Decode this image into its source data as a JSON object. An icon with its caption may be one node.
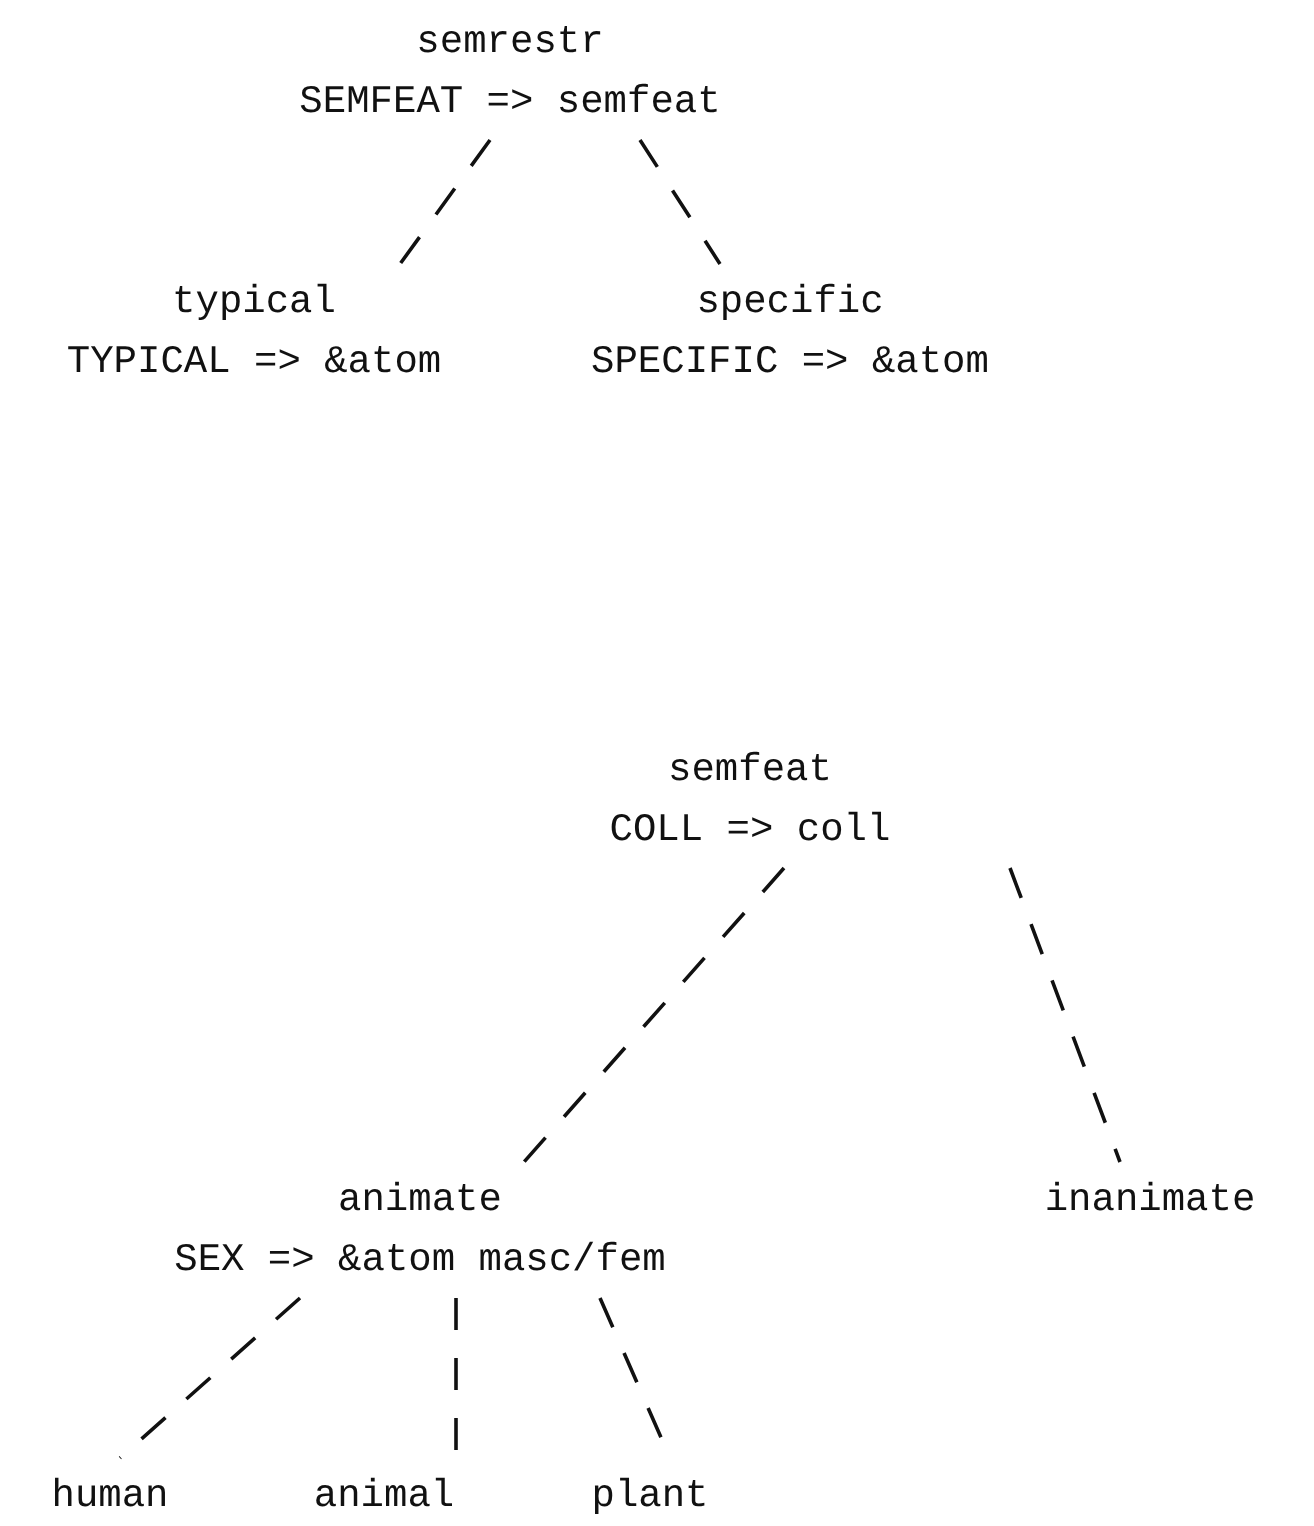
{
  "diagram": {
    "nodes": [
      {
        "text": [
          "semrestr",
          "SEMFEAT => semfeat"
        ]
      },
      {
        "text": [
          "typical",
          "TYPICAL => &atom"
        ]
      },
      {
        "text": [
          "specific",
          "SPECIFIC => &atom"
        ]
      },
      {
        "text": [
          "semfeat",
          "COLL => coll"
        ]
      },
      {
        "text": [
          "animate",
          "SEX => &atom masc/fem"
        ]
      },
      {
        "text": [
          "inanimate"
        ]
      },
      {
        "text": [
          "human"
        ]
      },
      {
        "text": [
          "animal"
        ]
      },
      {
        "text": [
          "plant"
        ]
      }
    ],
    "edges": [
      {
        "from": 0,
        "to": 1,
        "arrow": "none",
        "style": "dashed"
      },
      {
        "from": 0,
        "to": 2,
        "arrow": "none",
        "style": "dashed"
      },
      {
        "from": 3,
        "to": 4,
        "arrow": "none",
        "style": "dashed"
      },
      {
        "from": 3,
        "to": 5,
        "arrow": "none",
        "style": "dashed"
      },
      {
        "from": 4,
        "to": 6,
        "arrow": "none",
        "style": "dashed"
      },
      {
        "from": 4,
        "to": 7,
        "arrow": "none",
        "style": "dashed"
      },
      {
        "from": 4,
        "to": 8,
        "arrow": "none",
        "style": "dashed"
      }
    ]
  }
}
